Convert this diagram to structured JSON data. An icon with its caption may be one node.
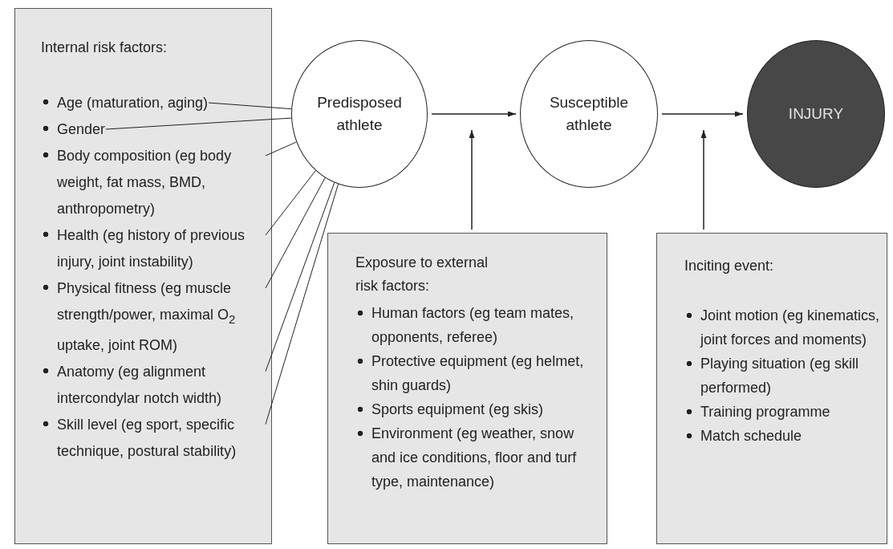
{
  "diagram": {
    "nodes": [
      {
        "text": [
          "Internal risk factors:"
        ]
      },
      {
        "text": [
          "Age (maturation, aging)"
        ],
        "in": 0
      },
      {
        "text": [
          "Gender"
        ],
        "in": 0
      },
      {
        "text": [
          "Body composition (eg body weight, fat mass, BMD, anthropometry)"
        ],
        "in": 0
      },
      {
        "text": [
          "Health (eg history of previous injury, joint instability)"
        ],
        "in": 0
      },
      {
        "text": [
          "Physical fitness (eg muscle strength/power, maximal O$_{2}$ uptake, joint ROM)"
        ],
        "in": 0
      },
      {
        "text": [
          "Anatomy (eg alignment intercondylar notch width)"
        ],
        "in": 0
      },
      {
        "text": [
          "Skill level (eg sport, specific technique, postural stability)"
        ],
        "in": 0
      },
      {
        "text": [
          "Predisposed athlete"
        ]
      },
      {
        "text": [
          "Susceptible athlete"
        ]
      },
      {
        "text": [
          "INJURY"
        ]
      },
      {
        "text": [
          "Exposure to external risk factors:"
        ]
      },
      {
        "text": [
          "Human factors (eg team mates, opponents, referee)"
        ],
        "in": 11
      },
      {
        "text": [
          "Protective equipment (eg helmet, shin guards)"
        ],
        "in": 11
      },
      {
        "text": [
          "Sports equipment (eg skis)"
        ],
        "in": 11
      },
      {
        "text": [
          "Environment (eg weather, snow and ice conditions, floor and turf type, maintenance)"
        ],
        "in": 11
      },
      {
        "text": [
          "Inciting event:"
        ]
      },
      {
        "text": [
          "Joint motion (eg kinematics, joint forces and moments)"
        ],
        "in": 16
      },
      {
        "text": [
          "Playing situation (eg skill performed)"
        ],
        "in": 16
      },
      {
        "text": [
          "Training programme"
        ],
        "in": 16
      },
      {
        "text": [
          "Match schedule"
        ],
        "in": 16
      }
    ],
    "edges": [
      {
        "from": 1,
        "to": 8,
        "arrow": "none"
      },
      {
        "from": 2,
        "to": 8,
        "arrow": "none"
      },
      {
        "from": 3,
        "to": 8,
        "arrow": "none"
      },
      {
        "from": 4,
        "to": 8,
        "arrow": "none"
      },
      {
        "from": 5,
        "to": 8,
        "arrow": "none"
      },
      {
        "from": 6,
        "to": 8,
        "arrow": "none"
      },
      {
        "from": 7,
        "to": 8,
        "arrow": "none"
      },
      {
        "from": 8,
        "to": 9,
        "arrow": "to"
      },
      {
        "from": 9,
        "to": 10,
        "arrow": "to"
      },
      {
        "from": 11,
        "to": null,
        "arrow": "to"
      },
      {
        "from": 16,
        "to": null,
        "arrow": "to"
      }
    ]
  }
}
